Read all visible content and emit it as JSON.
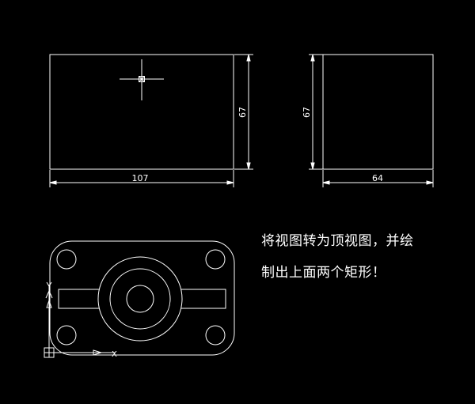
{
  "canvas": {
    "background": "#000000",
    "line_color": "#ffffff"
  },
  "front_view": {
    "width_dim": "107",
    "height_dim": "67"
  },
  "side_view": {
    "width_dim": "64",
    "height_dim": "67"
  },
  "ucs": {
    "y_label": "Y",
    "x_label": "X",
    "icon": "ucs-axis-icon"
  },
  "cursor": {
    "icon": "crosshair-cursor-icon"
  },
  "instruction": {
    "line1": "将视图转为顶视图，并绘",
    "line2": "制出上面两个矩形！"
  }
}
